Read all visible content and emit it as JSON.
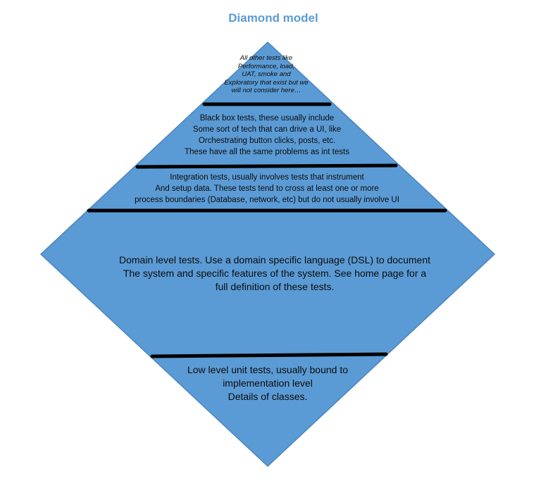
{
  "title": "Diamond model",
  "colors": {
    "diamond_fill": "#5b9bd5",
    "diamond_stroke": "#4a86bd",
    "divider": "#000000",
    "title": "#5b9bd5",
    "text": "#0c0c0c"
  },
  "tiers": [
    {
      "id": "other",
      "lines": [
        "All other tests like",
        "Performance, load,",
        "UAT, smoke and",
        "Exploratory that exist but we",
        "will not consider here…"
      ]
    },
    {
      "id": "blackbox",
      "lines": [
        "Black box tests, these usually include",
        "Some sort of tech that can drive a UI, like",
        "Orchestrating button clicks, posts, etc.",
        "These have all the same problems as int tests"
      ]
    },
    {
      "id": "integration",
      "lines": [
        "Integration tests, usually involves tests that instrument",
        "And setup data. These tests tend to cross at least one or more",
        "process boundaries (Database, network, etc) but do not usually involve UI"
      ]
    },
    {
      "id": "domain",
      "lines": [
        "Domain level tests. Use a domain specific language (DSL) to document",
        "The system and specific features of the system. See home page for a",
        "full definition of these tests."
      ]
    },
    {
      "id": "unit",
      "lines": [
        "Low level unit tests, usually bound to",
        "implementation level",
        "Details of classes."
      ]
    }
  ]
}
